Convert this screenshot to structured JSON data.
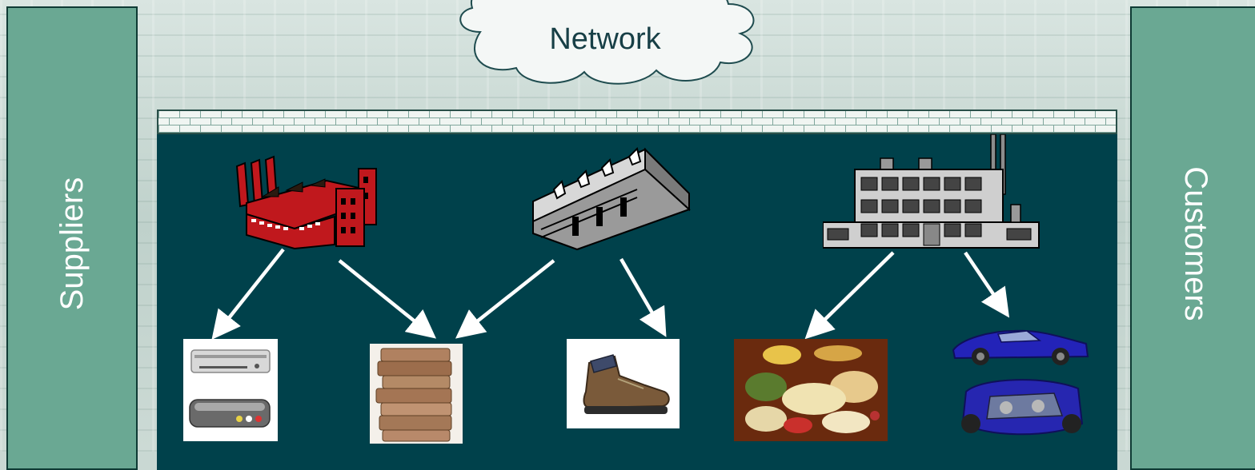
{
  "diagram": {
    "network_label": "Network",
    "left_panel_label": "Suppliers",
    "right_panel_label": "Customers"
  },
  "facilities": [
    {
      "icon": "red-factory-icon"
    },
    {
      "icon": "gray-warehouse-icon"
    },
    {
      "icon": "office-plant-icon"
    }
  ],
  "products": [
    {
      "icon": "dvd-player-icon"
    },
    {
      "icon": "books-stack-icon"
    },
    {
      "icon": "hiking-boot-icon"
    },
    {
      "icon": "food-spread-icon"
    },
    {
      "icon": "sports-car-icon"
    }
  ],
  "colors": {
    "panel_teal": "#6aa893",
    "main_dark": "#00414b",
    "factory_red": "#c0181d",
    "arrow": "#ffffff"
  }
}
